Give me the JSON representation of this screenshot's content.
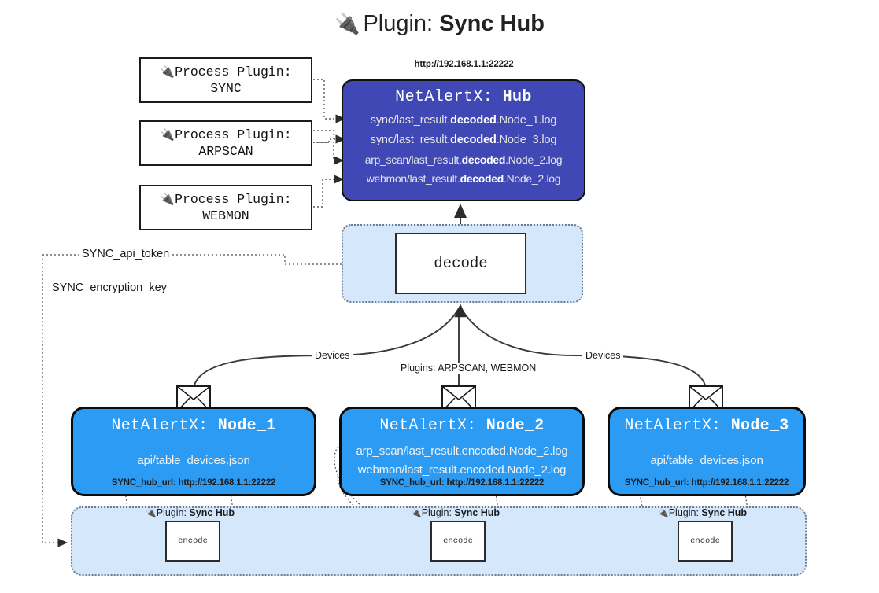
{
  "title": {
    "icon": "plug-icon",
    "prefix": "Plugin: ",
    "name": "Sync Hub"
  },
  "colors": {
    "hub": "#3f48b4",
    "node": "#2b9bf4",
    "container": "#d5e7fa",
    "border": "#0f0f0f",
    "dotted": "#6f7d8c"
  },
  "process_plugins": [
    {
      "line1": "Process Plugin:",
      "line2": "SYNC"
    },
    {
      "line1": "Process Plugin:",
      "line2": "ARPSCAN"
    },
    {
      "line1": "Process Plugin:",
      "line2": "WEBMON"
    }
  ],
  "hub": {
    "url": "http://192.168.1.1:22222",
    "title_prefix": "NetAlertX: ",
    "title_name": "Hub",
    "lines": [
      {
        "pre": "sync/last_result.",
        "bold": "decoded",
        "post": ".Node_1.log"
      },
      {
        "pre": "sync/last_result.",
        "bold": "decoded",
        "post": ".Node_3.log"
      },
      {
        "pre": "arp_scan/last_result.",
        "bold": "decoded",
        "post": ".Node_2.log"
      },
      {
        "pre": "webmon/last_result.",
        "bold": "decoded",
        "post": ".Node_2.log"
      }
    ]
  },
  "decode": {
    "label": "decode"
  },
  "keys": {
    "api_token": "SYNC_api_token",
    "encryption_key": "SYNC_encryption_key"
  },
  "edges": {
    "devices_left": "Devices",
    "plugins_mid": "Plugins: ARPSCAN, WEBMON",
    "devices_right": "Devices"
  },
  "nodes": [
    {
      "title_prefix": "NetAlertX: ",
      "title_name": "Node_1",
      "lines": [
        "api/table_devices.json"
      ],
      "footer": "SYNC_hub_url: http://192.168.1.1:22222"
    },
    {
      "title_prefix": "NetAlertX: ",
      "title_name": "Node_2",
      "lines": [
        "arp_scan/last_result.encoded.Node_2.log",
        "webmon/last_result.encoded.Node_2.log"
      ],
      "footer": "SYNC_hub_url: http://192.168.1.1:22222"
    },
    {
      "title_prefix": "NetAlertX: ",
      "title_name": "Node_3",
      "lines": [
        "api/table_devices.json"
      ],
      "footer": "SYNC_hub_url: http://192.168.1.1:22222"
    }
  ],
  "encoders": [
    {
      "label_prefix": "Plugin: ",
      "label_name": "Sync Hub",
      "box": "encode"
    },
    {
      "label_prefix": "Plugin: ",
      "label_name": "Sync Hub",
      "box": "encode"
    },
    {
      "label_prefix": "Plugin: ",
      "label_name": "Sync Hub",
      "box": "encode"
    }
  ]
}
